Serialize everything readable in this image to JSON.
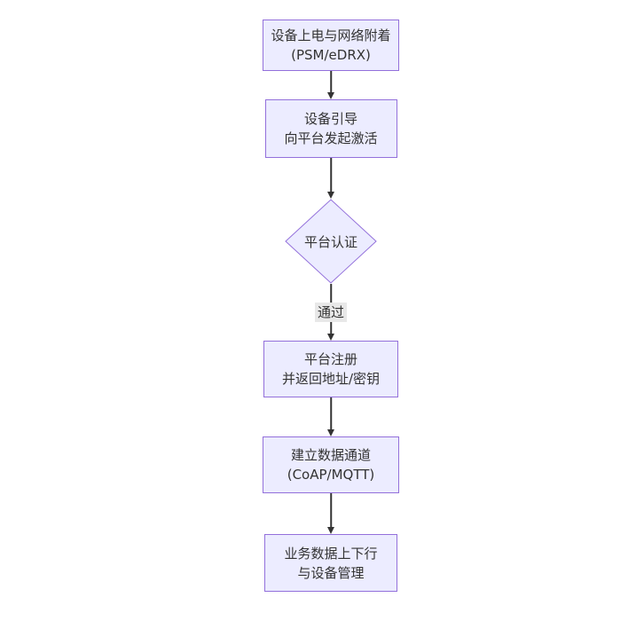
{
  "diagram": {
    "type": "flowchart-top-down",
    "colors": {
      "canvas_bg": "#ffffff",
      "node_fill": "#ECECFF",
      "node_border": "#9370DB",
      "edge_color": "#333333",
      "edge_label_bg": "#e8e8e8",
      "text_color": "#333333"
    },
    "nodes": [
      {
        "id": "power-attach",
        "shape": "rect",
        "lines": [
          "设备上电与网络附着",
          "(PSM/eDRX)"
        ]
      },
      {
        "id": "bootstrap",
        "shape": "rect",
        "lines": [
          "设备引导",
          "向平台发起激活"
        ]
      },
      {
        "id": "platform-auth",
        "shape": "diamond",
        "lines": [
          "平台认证"
        ]
      },
      {
        "id": "register",
        "shape": "rect",
        "lines": [
          "平台注册",
          "并返回地址/密钥"
        ]
      },
      {
        "id": "data-channel",
        "shape": "rect",
        "lines": [
          "建立数据通道",
          "(CoAP/MQTT)"
        ]
      },
      {
        "id": "business",
        "shape": "rect",
        "lines": [
          "业务数据上下行",
          "与设备管理"
        ]
      }
    ],
    "edges": [
      {
        "from": "power-attach",
        "to": "bootstrap",
        "label": ""
      },
      {
        "from": "bootstrap",
        "to": "platform-auth",
        "label": ""
      },
      {
        "from": "platform-auth",
        "to": "register",
        "label": "通过"
      },
      {
        "from": "register",
        "to": "data-channel",
        "label": ""
      },
      {
        "from": "data-channel",
        "to": "business",
        "label": ""
      }
    ]
  }
}
